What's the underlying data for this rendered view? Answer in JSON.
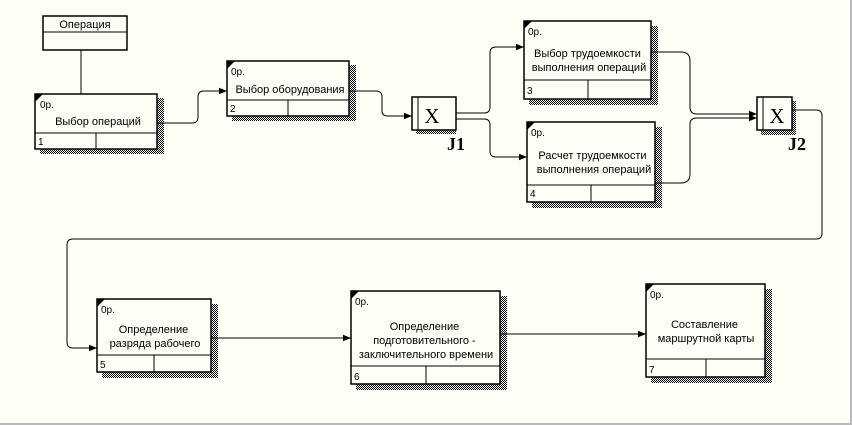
{
  "header_box": {
    "label": "Операция"
  },
  "boxes": [
    {
      "id": "1",
      "tag": "0р.",
      "label": [
        "Выбор операций"
      ]
    },
    {
      "id": "2",
      "tag": "0р.",
      "label": [
        "Выбор оборудования"
      ]
    },
    {
      "id": "3",
      "tag": "0р.",
      "label": [
        "Выбор трудоемкости",
        "выполнения операций"
      ]
    },
    {
      "id": "4",
      "tag": "0р.",
      "label": [
        "Расчет трудоемкости",
        "выполнения операций"
      ]
    },
    {
      "id": "5",
      "tag": "0р.",
      "label": [
        "Определение",
        "разряда рабочего"
      ]
    },
    {
      "id": "6",
      "tag": "0р.",
      "label": [
        "Определение",
        "подготовительного -",
        "заключительного времени"
      ]
    },
    {
      "id": "7",
      "tag": "0р.",
      "label": [
        "Составление",
        "маршрутной карты"
      ]
    }
  ],
  "junctions": [
    {
      "symbol": "X",
      "name": "J1"
    },
    {
      "symbol": "X",
      "name": "J2"
    }
  ]
}
